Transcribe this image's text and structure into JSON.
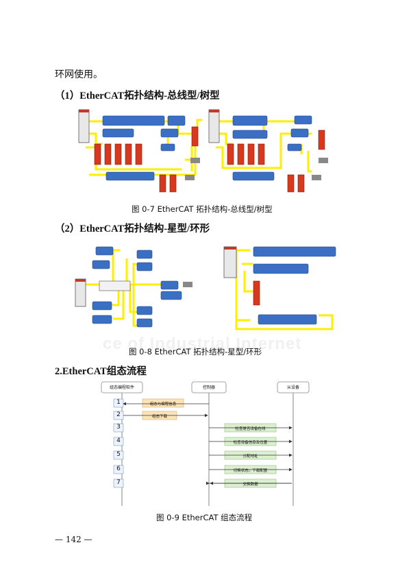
{
  "intro_text": "环网使用。",
  "section1_heading": "（1）EtherCAT拓扑结构-总线型/树型",
  "fig7_caption": "图 0-7  EtherCAT 拓扑结构-总线型/树型",
  "section2_heading": "（2）EtherCAT拓扑结构-星型/环形",
  "watermark_text": "ce of Industrial Internet",
  "fig8_caption": "图 0-8  EtherCAT 拓扑结构-星型/环形",
  "section3_heading": "2.EtherCAT组态流程",
  "flow": {
    "lane_software": "组态编程软件",
    "lane_controller": "控制器",
    "lane_slave": "从设备",
    "steps": [
      "1",
      "2",
      "3",
      "4",
      "5",
      "6",
      "7"
    ],
    "msg_1": "组态与编程信息",
    "msg_2": "组态下载",
    "msg_3": "检查是否设备在线",
    "msg_4": "检查设备信息及位置",
    "msg_5": "分配地址",
    "msg_6": "切换状态，下载配置",
    "msg_7": "交换数据"
  },
  "fig9_caption": "图 0-9  EtherCAT 组态流程",
  "page_number": "— 142 —",
  "colors": {
    "bus_line": "#ffee00",
    "module_blue": "#3a6fc4",
    "drive_red": "#d8381e",
    "box_orange": "#fde3b8",
    "box_green": "#dcefd0"
  }
}
